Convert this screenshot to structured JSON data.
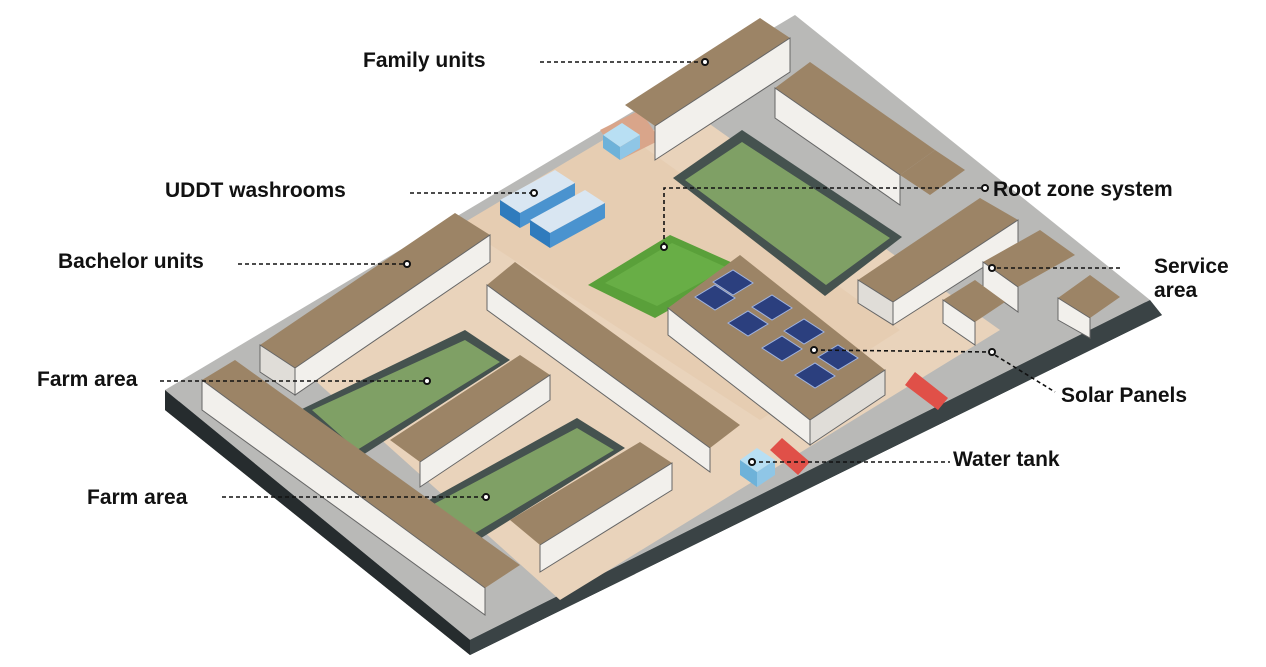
{
  "labels": {
    "family_units": "Family units",
    "uddt_washrooms": "UDDT washrooms",
    "bachelor_units": "Bachelor units",
    "farm_area_1": "Farm area",
    "farm_area_2": "Farm area",
    "root_zone_system": "Root zone system",
    "service_area_line1": "Service",
    "service_area_line2": "area",
    "solar_panels": "Solar Panels",
    "water_tank": "Water tank"
  },
  "colors": {
    "roof": "#9c8466",
    "wall": "#f2f0ec",
    "plaza": "#e9d3bb",
    "paving": "#b9b9b7",
    "grass": "#7fa065",
    "sports_field": "#5aa03a",
    "base_side": "#2f3739",
    "solar": "#2b3f7e",
    "water_tank": "#8fc6e6",
    "arrow": "#e05048"
  }
}
